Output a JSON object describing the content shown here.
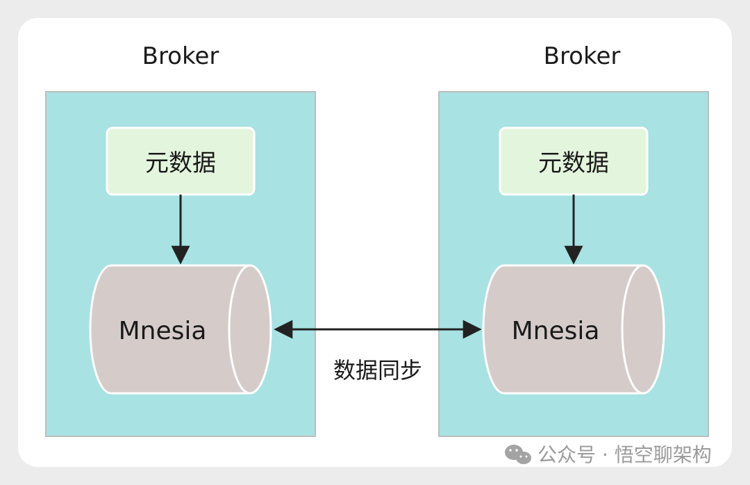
{
  "diagram": {
    "left_broker": {
      "title": "Broker",
      "metadata_label": "元数据",
      "database_label": "Mnesia"
    },
    "right_broker": {
      "title": "Broker",
      "metadata_label": "元数据",
      "database_label": "Mnesia"
    },
    "sync_label": "数据同步",
    "colors": {
      "broker_fill": "#a8e2e3",
      "broker_stroke": "#bdbdbd",
      "metadata_fill": "#e4f5dd",
      "metadata_stroke": "#ffffff",
      "database_fill": "#d5ccca",
      "database_stroke": "#ffffff",
      "arrow": "#222222",
      "background": "#ececec",
      "card": "#ffffff"
    }
  },
  "watermark": {
    "text": "公众号 · 悟空聊架构",
    "icon": "wechat-icon"
  }
}
